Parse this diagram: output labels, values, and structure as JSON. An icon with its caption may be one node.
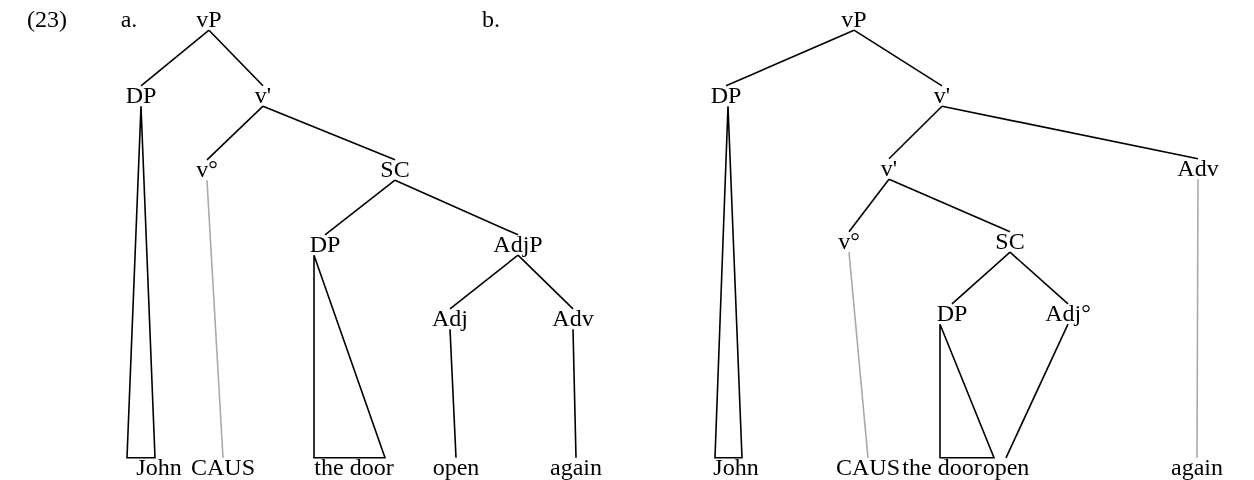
{
  "diagram": {
    "nodes": [
      {
        "text": [
          "vP"
        ]
      },
      {
        "text": [
          "DP"
        ]
      },
      {
        "text": [
          "v'"
        ]
      },
      {
        "text": [
          "v°"
        ]
      },
      {
        "text": [
          "SC"
        ]
      },
      {
        "text": [
          "DP"
        ]
      },
      {
        "text": [
          "AdjP"
        ]
      },
      {
        "text": [
          "Adj"
        ]
      },
      {
        "text": [
          "Adv"
        ]
      },
      {
        "text": [
          "John"
        ]
      },
      {
        "text": [
          "CAUS"
        ]
      },
      {
        "text": [
          "the door"
        ]
      },
      {
        "text": [
          "open"
        ]
      },
      {
        "text": [
          "again"
        ]
      },
      {
        "text": [
          "vP"
        ]
      },
      {
        "text": [
          "DP"
        ]
      },
      {
        "text": [
          "v'"
        ]
      },
      {
        "text": [
          "v'"
        ]
      },
      {
        "text": [
          "Adv"
        ]
      },
      {
        "text": [
          "v°"
        ]
      },
      {
        "text": [
          "SC"
        ]
      },
      {
        "text": [
          "DP"
        ]
      },
      {
        "text": [
          "Adj°"
        ]
      },
      {
        "text": [
          "John"
        ]
      },
      {
        "text": [
          "CAUS"
        ]
      },
      {
        "text": [
          "the door"
        ]
      },
      {
        "text": [
          "open"
        ]
      },
      {
        "text": [
          "again"
        ]
      }
    ],
    "edges": [
      {
        "from": 0,
        "to": 1,
        "arrow": "none"
      },
      {
        "from": 0,
        "to": 2,
        "arrow": "none"
      },
      {
        "from": 1,
        "to": 9,
        "arrow": "none"
      },
      {
        "from": 2,
        "to": 3,
        "arrow": "none"
      },
      {
        "from": 2,
        "to": 4,
        "arrow": "none"
      },
      {
        "from": 3,
        "to": 10,
        "arrow": "none",
        "color": "#aaaaaa"
      },
      {
        "from": 4,
        "to": 5,
        "arrow": "none"
      },
      {
        "from": 4,
        "to": 6,
        "arrow": "none"
      },
      {
        "from": 5,
        "to": 11,
        "arrow": "none"
      },
      {
        "from": 6,
        "to": 7,
        "arrow": "none"
      },
      {
        "from": 6,
        "to": 8,
        "arrow": "none"
      },
      {
        "from": 7,
        "to": 12,
        "arrow": "none"
      },
      {
        "from": 8,
        "to": 13,
        "arrow": "none"
      },
      {
        "from": 14,
        "to": 15,
        "arrow": "none"
      },
      {
        "from": 14,
        "to": 16,
        "arrow": "none"
      },
      {
        "from": 15,
        "to": 23,
        "arrow": "none"
      },
      {
        "from": 16,
        "to": 17,
        "arrow": "none"
      },
      {
        "from": 16,
        "to": 18,
        "arrow": "none"
      },
      {
        "from": 17,
        "to": 19,
        "arrow": "none"
      },
      {
        "from": 17,
        "to": 20,
        "arrow": "none"
      },
      {
        "from": 18,
        "to": 27,
        "arrow": "none",
        "color": "#aaaaaa"
      },
      {
        "from": 19,
        "to": 24,
        "arrow": "none",
        "color": "#aaaaaa"
      },
      {
        "from": 20,
        "to": 21,
        "arrow": "none"
      },
      {
        "from": 20,
        "to": 22,
        "arrow": "none"
      },
      {
        "from": 21,
        "to": 25,
        "arrow": "none"
      },
      {
        "from": 22,
        "to": 26,
        "arrow": "none"
      }
    ],
    "labels": [
      "(23)",
      "a.",
      "b."
    ]
  }
}
